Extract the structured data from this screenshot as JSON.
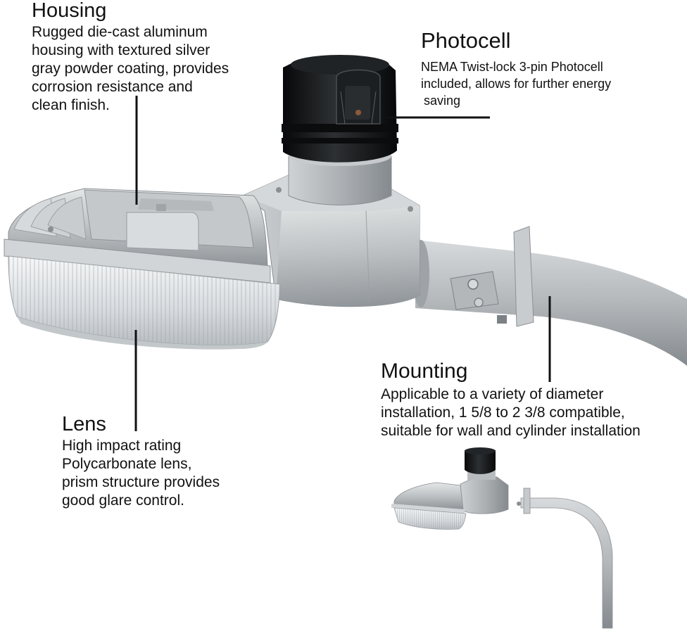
{
  "callouts": {
    "housing": {
      "title": "Housing",
      "lines": [
        "Rugged die-cast aluminum",
        "housing with textured silver",
        "gray powder coating, provides",
        "corrosion resistance and",
        "clean finish."
      ]
    },
    "photocell": {
      "title": "Photocell",
      "lines": [
        "NEMA Twist-lock 3-pin Photocell",
        "included, allows for further energy",
        "saving"
      ]
    },
    "mounting": {
      "title": "Mounting",
      "lines": [
        "Applicable to a variety of diameter",
        "installation, 1 5/8 to 2 3/8 compatible,",
        "suitable for wall and cylinder installation"
      ]
    },
    "lens": {
      "title": "Lens",
      "lines": [
        "High impact rating",
        "Polycarbonate lens,",
        "prism structure provides",
        "good glare control."
      ]
    }
  },
  "colors": {
    "background": "#ffffff",
    "text": "#111111",
    "housing_silver": "#b9bdc0",
    "photocell_black": "#15171a"
  }
}
